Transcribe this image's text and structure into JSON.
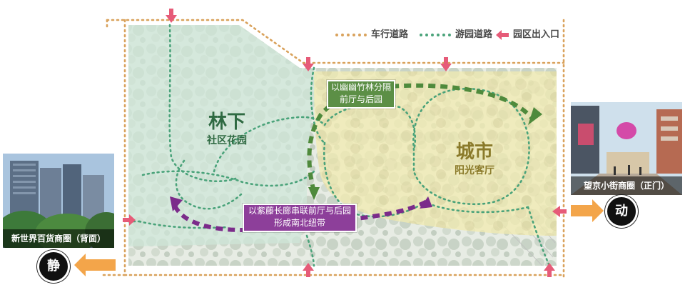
{
  "legend": {
    "road": "车行道路",
    "path": "游园道路",
    "entrance": "园区出入口"
  },
  "zones": {
    "forest": {
      "title": "林下",
      "subtitle": "社区花园"
    },
    "city": {
      "title": "城市",
      "subtitle": "阳光客厅"
    }
  },
  "callouts": {
    "bamboo": {
      "line1": "以幽幽竹林分隔",
      "line2": "前厅与后园"
    },
    "wisteria": {
      "line1": "以紫藤长廊串联前厅与后园",
      "line2": "形成南北纽带"
    }
  },
  "photos": {
    "left": {
      "caption": "新世界百货商圈（背面）"
    },
    "right": {
      "caption": "望京小街商圈（正门）"
    }
  },
  "badges": {
    "left": "静",
    "right": "动"
  },
  "colors": {
    "road": "#d9a25c",
    "path": "#4aa37a",
    "entrance": "#e65b78",
    "forest_zone": "#cfe6d8",
    "city_zone": "#f1ebb0",
    "bamboo_arrow": "#4f8a3c",
    "wisteria_arrow": "#7b2b8a",
    "static_arrow": "#f3a54a"
  }
}
